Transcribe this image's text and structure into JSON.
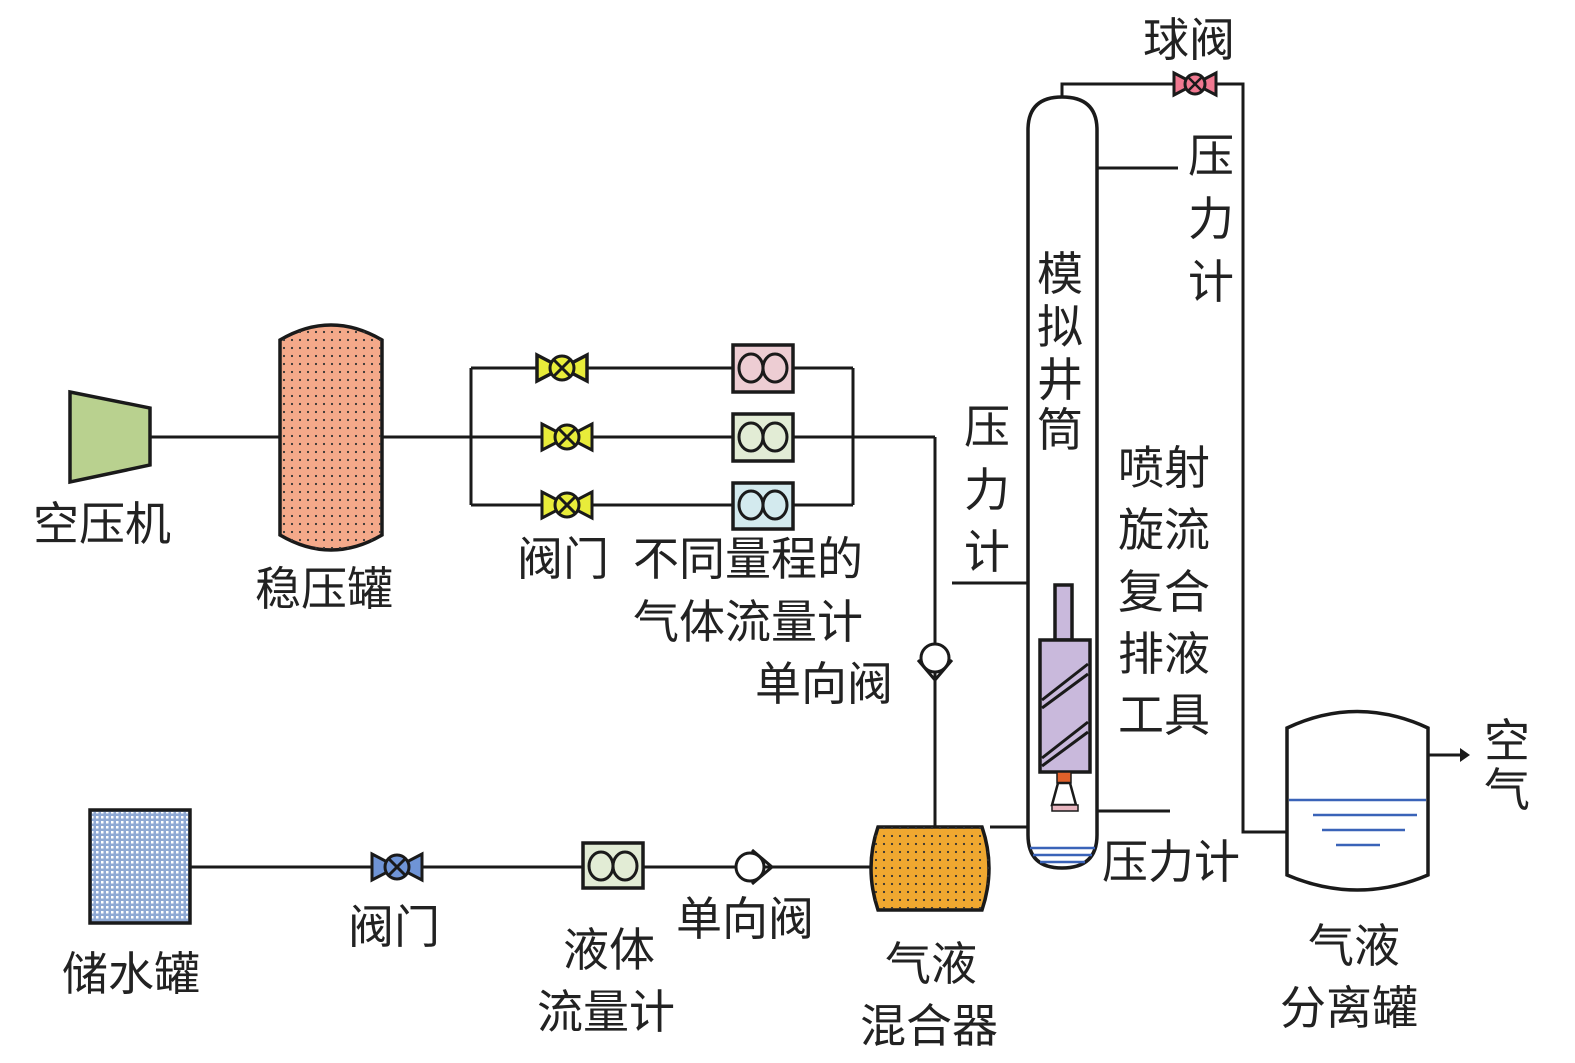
{
  "labels": {
    "air_compressor": "空压机",
    "surge_tank": "稳压罐",
    "valve_gas": "阀门",
    "gas_flowmeter_line1": "不同量程的",
    "gas_flowmeter_line2": "气体流量计",
    "check_valve_gas": "单向阀",
    "pressure_gauge_left": [
      "压",
      "力",
      "计"
    ],
    "wellbore": [
      "模",
      "拟",
      "井",
      "筒"
    ],
    "ball_valve": "球阀",
    "pressure_gauge_top": [
      "压",
      "力",
      "计"
    ],
    "tool": [
      "喷射",
      "旋流",
      "复合",
      "排液",
      "工具"
    ],
    "air": [
      "空",
      "气"
    ],
    "pressure_gauge_bottom": "压力计",
    "separator_line1": "气液",
    "separator_line2": "分离罐",
    "water_tank": "储水罐",
    "valve_liquid": "阀门",
    "liquid_flowmeter_line1": "液体",
    "liquid_flowmeter_line2": "流量计",
    "check_valve_liquid": "单向阀",
    "mixer_line1": "气液",
    "mixer_line2": "混合器"
  },
  "colors": {
    "compressor": "#b9d18f",
    "surge_tank": "#f4a98a",
    "gas_valve": "#e8ec3a",
    "flowmeter_1": "#edcdd3",
    "flowmeter_2": "#e2ecd5",
    "flowmeter_3": "#d3eaee",
    "water_tank": "#8fa9d4",
    "liquid_valve": "#6f94d6",
    "mixer": "#f0a830",
    "tool_body": "#c9b9dc",
    "nozzle": "#e0602a",
    "ball_valve": "#f07890",
    "water": "#3a63b8"
  }
}
